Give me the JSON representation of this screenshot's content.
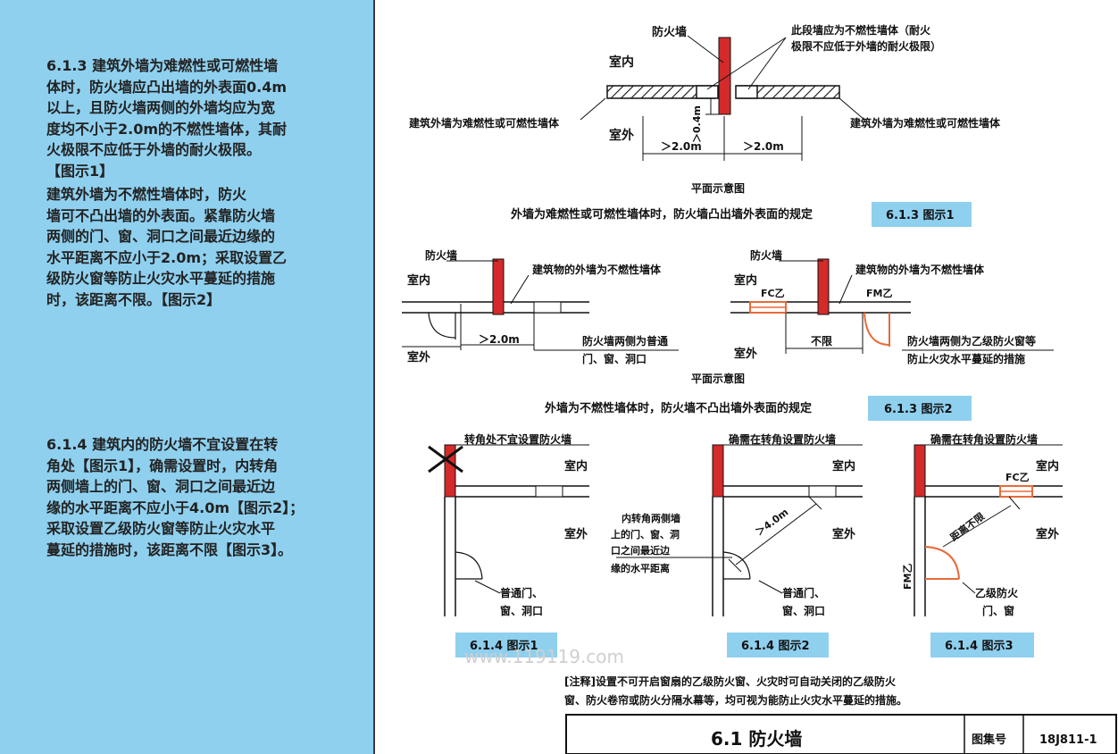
{
  "left_panel": {
    "p613": "6.1.3  建筑外墙为难燃性或可燃性墙\n体时，防火墙应凸出墙的外表面0.4m\n以上，且防火墙两侧的外墙均应为宽\n度均不小于2.0m的不燃性墙体，其耐\n火极限不应低于外墙的耐火极限。\n【图示1】",
    "p613b": "      建筑外墙为不燃性墙体时，防火\n墙可不凸出墙的外表面。紧靠防火墙\n两侧的门、窗、洞口之间最近边缘的\n水平距离不应小于2.0m；采取设置乙\n级防火窗等防止火灾水平蔓延的措施\n时，该距离不限。【图示2】",
    "p614": "6.1.4  建筑内的防火墙不宜设置在转\n角处【图示1】，确需设置时，内转角\n两侧墙上的门、窗、洞口之间最近边\n缘的水平距离不应小于4.0m【图示2】；\n采取设置乙级防火窗等防止火灾水平\n蔓延的措施时，该距离不限【图示3】。"
  },
  "fig1": {
    "label_wall": "防火墙",
    "label_note_1": "此段墙应为不燃性墙体（耐火",
    "label_note_2": "极限不应低于外墙的耐火极限）",
    "indoor": "室内",
    "outdoor": "室外",
    "left_wall": "建筑外墙为难燃性或可燃性墙体",
    "right_wall": "建筑外墙为难燃性或可燃性墙体",
    "dim_04": "＞0.4m",
    "dim_left": "＞2.0m",
    "dim_right": "＞2.0m",
    "plan": "平面示意图",
    "title": "外墙为难燃性或可燃性墙体时，防火墙凸出墙外表面的规定",
    "badge": "6.1.3 图示1"
  },
  "fig2": {
    "left_wall_label": "防火墙",
    "left_indoor": "室内",
    "left_ext": "建筑物的外墙为不燃性墙体",
    "left_outdoor": "室外",
    "left_dim": "＞2.0m",
    "left_note_1": "防火墙两侧为普通",
    "left_note_2": "门、窗、洞口",
    "right_wall_label": "防火墙",
    "right_indoor": "室内",
    "right_ext": "建筑物的外墙为不燃性墙体",
    "right_fc": "FC乙",
    "right_fm": "FM乙",
    "right_outdoor": "室外",
    "right_dim": "不限",
    "right_note_1": "防火墙两侧为乙级防火窗等",
    "right_note_2": "防止火灾水平蔓延的措施",
    "plan": "平面示意图",
    "title": "外墙为不燃性墙体时，防火墙不凸出墙外表面的规定",
    "badge": "6.1.3 图示2"
  },
  "fig3": {
    "a_title": "转角处不宜设置防火墙",
    "a_indoor": "室内",
    "a_outdoor": "室外",
    "a_note_1": "普通门、",
    "a_note_2": "窗、洞口",
    "a_badge": "6.1.4 图示1",
    "b_title": "确需在转角设置防火墙",
    "b_indoor": "室内",
    "b_outdoor": "室外",
    "b_dim": "＞4.0m",
    "b_desc_1": "内转角两侧墙",
    "b_desc_2": "上的门、窗、洞",
    "b_desc_3": "口之间最近边",
    "b_desc_4": "缘的水平距离",
    "b_note_1": "普通门、",
    "b_note_2": "窗、洞口",
    "b_badge": "6.1.4 图示2",
    "c_title": "确需在转角设置防火墙",
    "c_indoor": "室内",
    "c_outdoor": "室外",
    "c_fc": "FC乙",
    "c_fm": "FM乙",
    "c_dist": "距离不限",
    "c_note_1": "乙级防火",
    "c_note_2": "门、窗",
    "c_badge": "6.1.4 图示3"
  },
  "watermark": "www.119119.com",
  "note": {
    "line1": "[注释]设置不可开启窗扇的乙级防火窗、火灾时可自动关闭的乙级防火",
    "line2": "窗、防火卷帘或防火分隔水幕等，均可视为能防止火灾水平蔓延的措施。"
  },
  "titleblock": {
    "section": "6.1 防火墙",
    "atlas_label": "图集号",
    "atlas_no": "18J811-1"
  },
  "colors": {
    "panel_blue": "#8fd0ef",
    "wall_red": "#d42a2a",
    "window_orange": "#e86a3a"
  }
}
